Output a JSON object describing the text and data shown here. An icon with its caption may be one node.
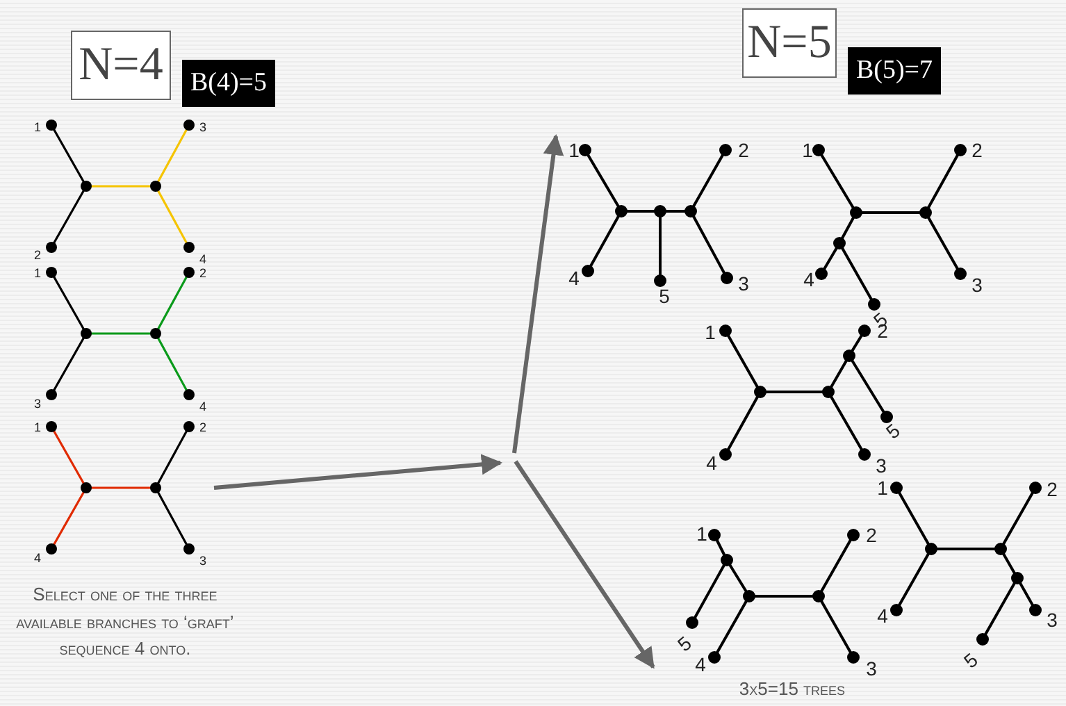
{
  "diagram": {
    "nodes": [
      {
        "text": [
          "N=4"
        ]
      },
      {
        "text": [
          "B(4)=5"
        ]
      },
      {
        "text": [
          "1",
          "3",
          "2",
          "4"
        ]
      },
      {
        "text": [
          "1",
          "2",
          "3",
          "4"
        ]
      },
      {
        "text": [
          "1",
          "2",
          "4",
          "3"
        ]
      },
      {
        "text": [
          "N=5"
        ]
      },
      {
        "text": [
          "B(5)=7"
        ]
      },
      {
        "text": [
          "1",
          "2",
          "4",
          "5",
          "3"
        ]
      },
      {
        "text": [
          "1",
          "2",
          "4",
          "5",
          "3"
        ]
      },
      {
        "text": [
          "1",
          "2",
          "5",
          "4",
          "3"
        ]
      },
      {
        "text": [
          "1",
          "2",
          "4",
          "3",
          "5"
        ]
      },
      {
        "text": [
          "1",
          "2",
          "5",
          "4",
          "3"
        ]
      }
    ],
    "edges": [
      {
        "from": 4,
        "to": null,
        "arrow": "to"
      },
      {
        "from": null,
        "to": 7,
        "arrow": "to"
      },
      {
        "from": null,
        "to": 11,
        "arrow": "to"
      }
    ],
    "labels": [
      "Select one of the three available branches to ‘graft’ sequence 4 onto.",
      "3x5=15 trees"
    ]
  }
}
